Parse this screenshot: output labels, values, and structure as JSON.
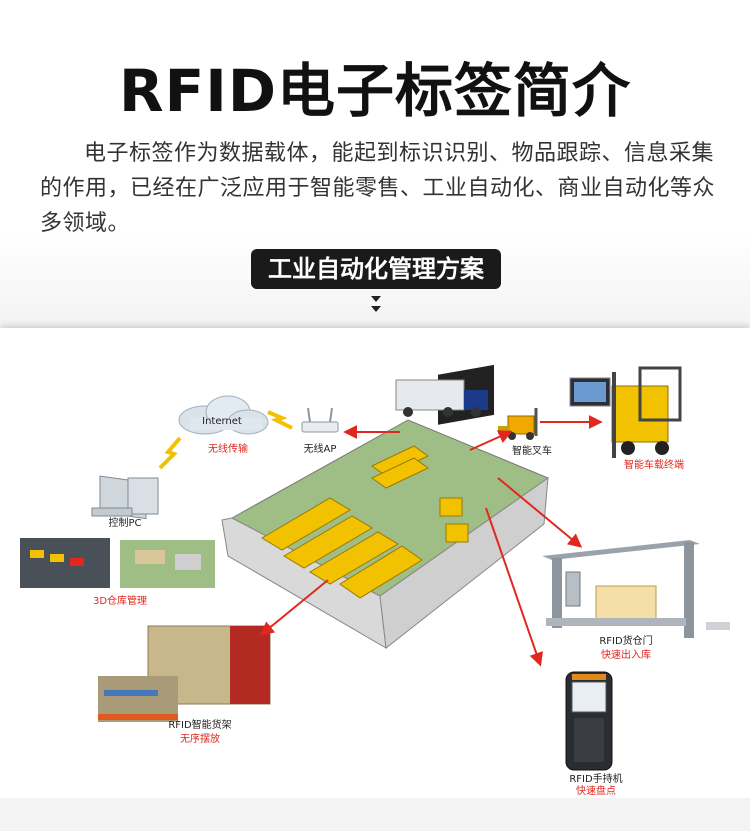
{
  "title": "RFID电子标签简介",
  "intro": "电子标签作为数据载体，能起到标识识别、物品跟踪、信息采集的作用，已经在广泛应用于智能零售、工业自动化、商业自动化等众多领域。",
  "section": {
    "heading": "工业自动化管理方案"
  },
  "diagram": {
    "internet": "Internet",
    "wireless_transfer": "无线传输",
    "wireless_ap": "无线AP",
    "control_pc": "控制PC",
    "warehouse_3d": "3D仓库管理",
    "smart_shelf": "RFID智能货架",
    "shelf_desc": "无序摆放",
    "forklift": "智能叉车",
    "vehicle_terminal": "智能车载终端",
    "gate": "RFID货仓门",
    "gate_desc": "快速出入库",
    "handheld": "RFID手持机",
    "handheld_desc": "快速盘点"
  },
  "colors": {
    "accent_red": "#e0281e",
    "forklift_yellow": "#f2c200",
    "floor_green": "#9fbe86",
    "truck_blue": "#1b3a8a"
  }
}
